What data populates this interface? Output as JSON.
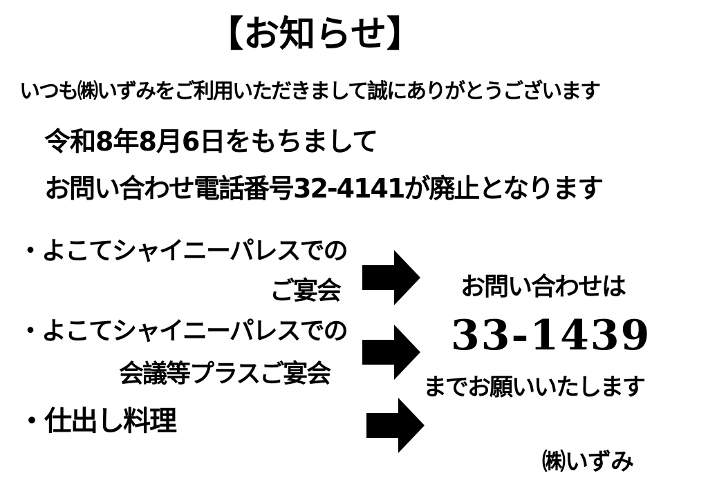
{
  "notice": {
    "title": "【お知らせ】",
    "greeting": "いつも㈱いずみをご利用いただきまして誠にありがとうございます",
    "line1": "令和8年8月6日をもちまして",
    "line2": "お問い合わせ電話番号32-4141が廃止となります"
  },
  "services": {
    "item1_line1": "・よこてシャイニーパレスでの",
    "item1_line2": "ご宴会",
    "item2_line1": "・よこてシャイニーパレスでの",
    "item2_line2": "会議等プラスご宴会",
    "item3": "・仕出し料理"
  },
  "contact": {
    "label": "お問い合わせは",
    "phone": "33-1439",
    "closing": "までお願いいたします"
  },
  "company": "㈱いずみ",
  "icons": {
    "arrow": "right-arrow-icon"
  },
  "colors": {
    "text": "#000000",
    "background": "#ffffff"
  }
}
